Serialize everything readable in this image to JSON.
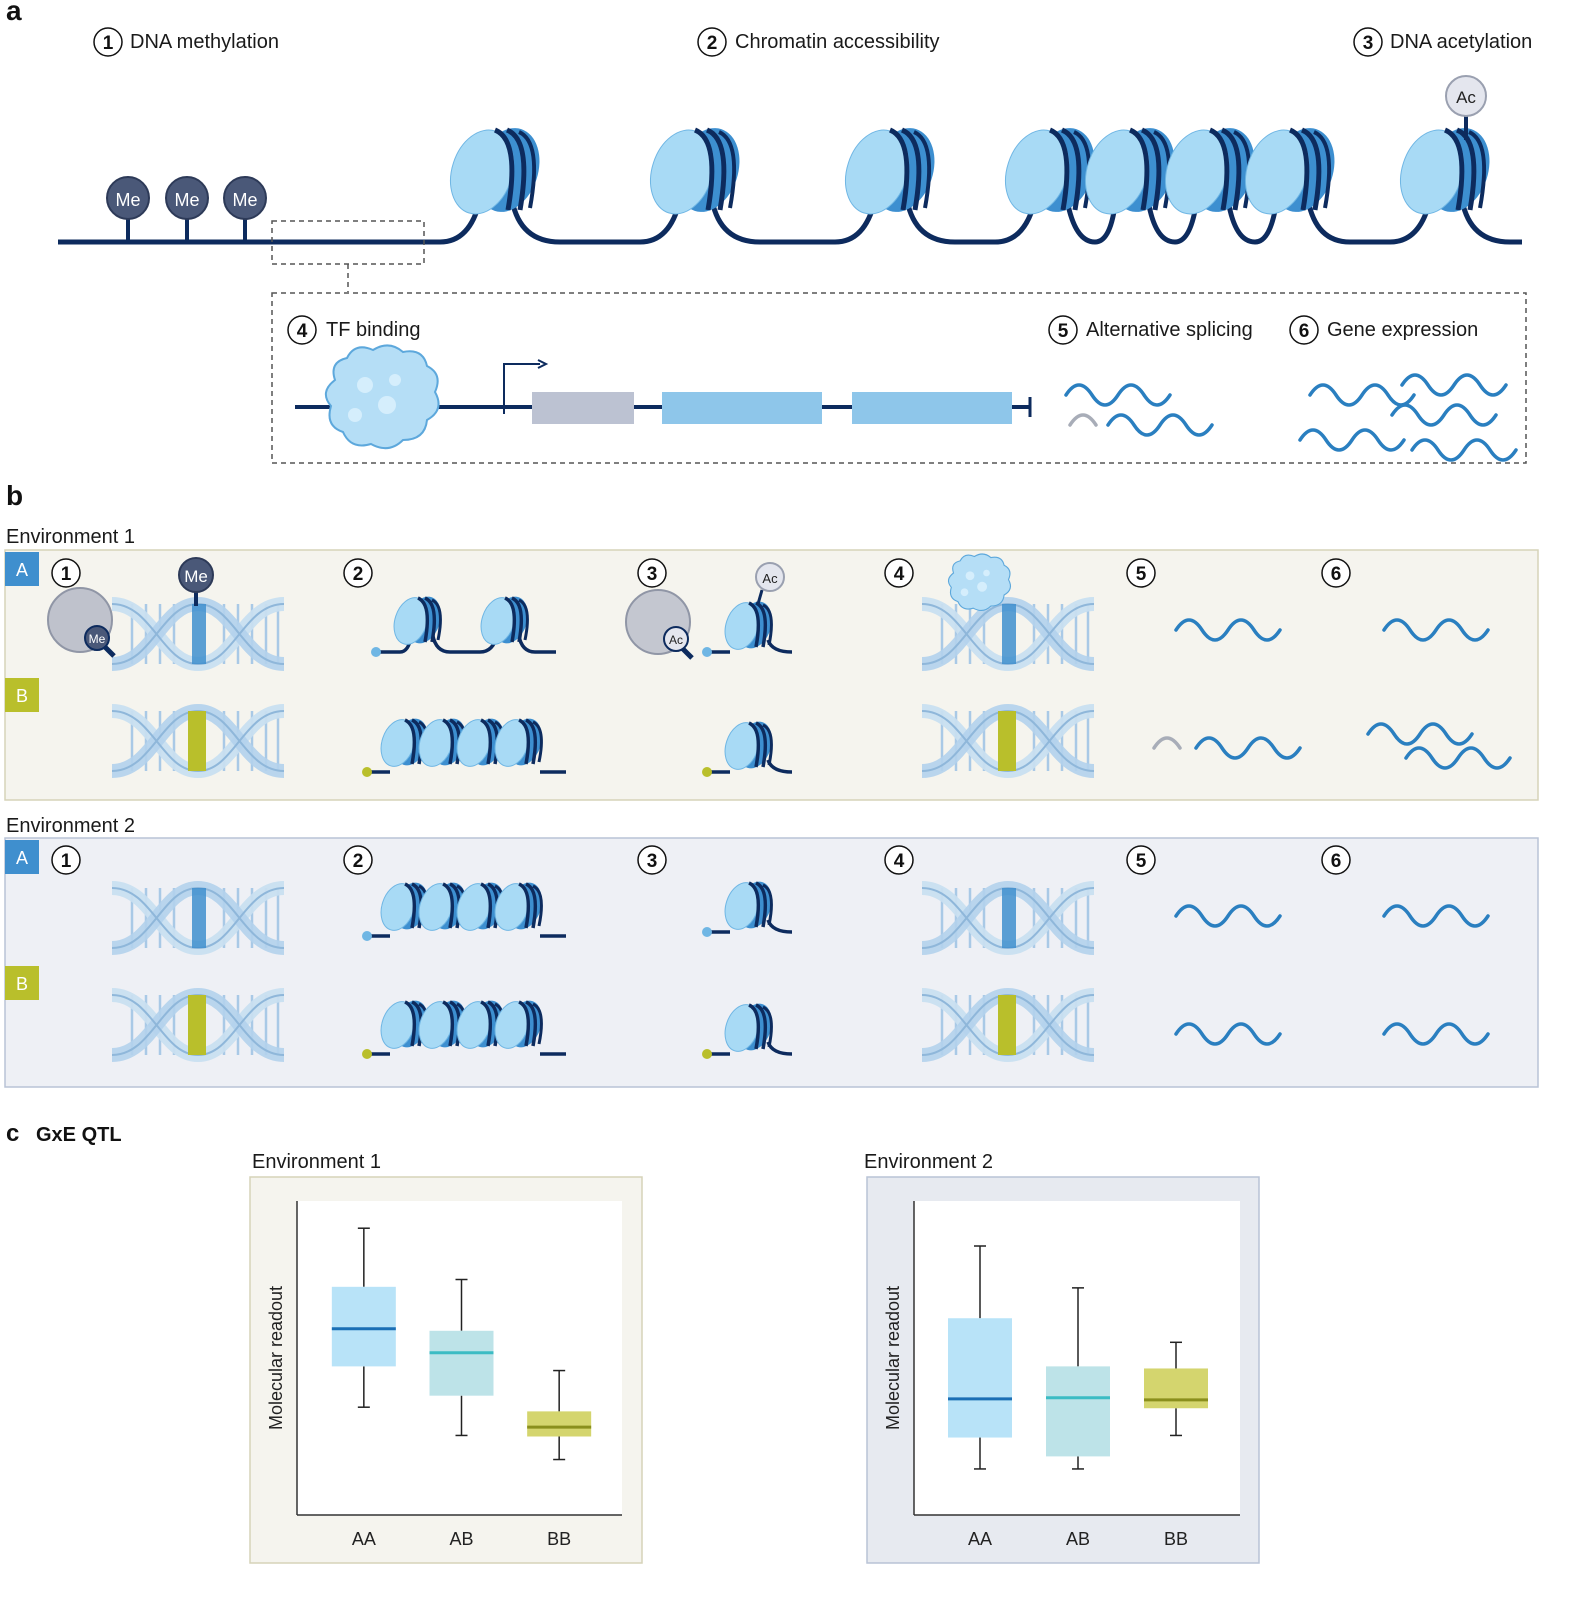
{
  "panel_a": {
    "letter": "a",
    "steps": [
      {
        "num": "1",
        "label": "DNA methylation"
      },
      {
        "num": "2",
        "label": "Chromatin accessibility"
      },
      {
        "num": "3",
        "label": "DNA acetylation"
      },
      {
        "num": "4",
        "label": "TF binding"
      },
      {
        "num": "5",
        "label": "Alternative splicing"
      },
      {
        "num": "6",
        "label": "Gene expression"
      }
    ],
    "me_mark": "Me",
    "ac_mark": "Ac"
  },
  "panel_b": {
    "letter": "b",
    "environments": [
      {
        "title": "Environment 1",
        "alleles": [
          "A",
          "B"
        ]
      },
      {
        "title": "Environment 2",
        "alleles": [
          "A",
          "B"
        ]
      }
    ],
    "step_nums": [
      "1",
      "2",
      "3",
      "4",
      "5",
      "6"
    ],
    "me_mark": "Me",
    "ac_mark": "Ac"
  },
  "panel_c": {
    "letter": "c",
    "title": "GxE QTL"
  },
  "colors": {
    "dna_line": "#0d2b5e",
    "nucleosome_light": "#a8daf5",
    "nucleosome_mid": "#3d8fd0",
    "nucleosome_dark": "#0d2b5e",
    "allele_a": "#3f8fce",
    "allele_b": "#b9bf2b",
    "env1_bg": "#f5f4ee",
    "env2_bg": "#eef0f5"
  },
  "chart_data": [
    {
      "type": "box",
      "title": "Environment 1",
      "ylabel": "Molecular readout",
      "categories": [
        "AA",
        "AB",
        "BB"
      ],
      "boxes": [
        {
          "min": 10.3,
          "q1": 14.2,
          "median": 17.8,
          "q3": 21.8,
          "max": 27.4
        },
        {
          "min": 7.6,
          "q1": 11.4,
          "median": 15.5,
          "q3": 17.6,
          "max": 22.5
        },
        {
          "min": 5.3,
          "q1": 7.5,
          "median": 8.4,
          "q3": 9.9,
          "max": 13.8
        }
      ],
      "ylim": [
        0,
        30
      ]
    },
    {
      "type": "box",
      "title": "Environment 2",
      "ylabel": "Molecular readout",
      "categories": [
        "AA",
        "AB",
        "BB"
      ],
      "boxes": [
        {
          "min": 4.4,
          "q1": 7.4,
          "median": 11.1,
          "q3": 18.8,
          "max": 25.7
        },
        {
          "min": 4.4,
          "q1": 5.6,
          "median": 11.2,
          "q3": 14.2,
          "max": 21.7
        },
        {
          "min": 7.6,
          "q1": 10.2,
          "median": 11.0,
          "q3": 14.0,
          "max": 16.5
        }
      ],
      "ylim": [
        0,
        30
      ]
    }
  ]
}
